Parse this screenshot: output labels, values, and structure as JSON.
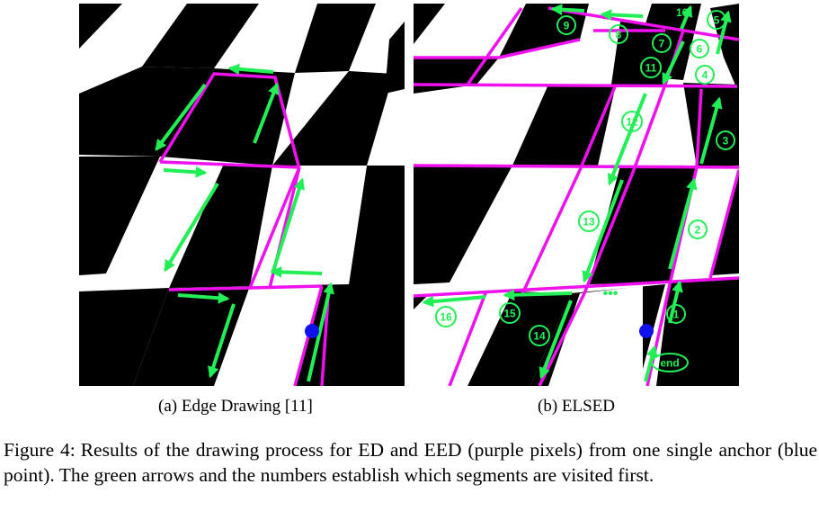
{
  "panels": [
    {
      "id": "a",
      "caption": "(a) Edge Drawing [11]"
    },
    {
      "id": "b",
      "caption": "(b) ELSED"
    }
  ],
  "figure": {
    "label": "Figure 4:",
    "text": "Results of the drawing process for ED and EED (purple pixels) from one single anchor (blue point). The green arrows and the numbers establish which segments are visited first."
  },
  "step_labels": [
    "1",
    "2",
    "3",
    "4",
    "5",
    "6",
    "7",
    "8",
    "9",
    "10",
    "11",
    "12",
    "13",
    "14",
    "15",
    "16",
    "end"
  ],
  "ellipsis": "•••",
  "colors": {
    "edge": "#ee11ee",
    "arrow": "#22ee55",
    "anchor": "#1111ee",
    "square_dark": "#000000",
    "square_light": "#ffffff"
  }
}
